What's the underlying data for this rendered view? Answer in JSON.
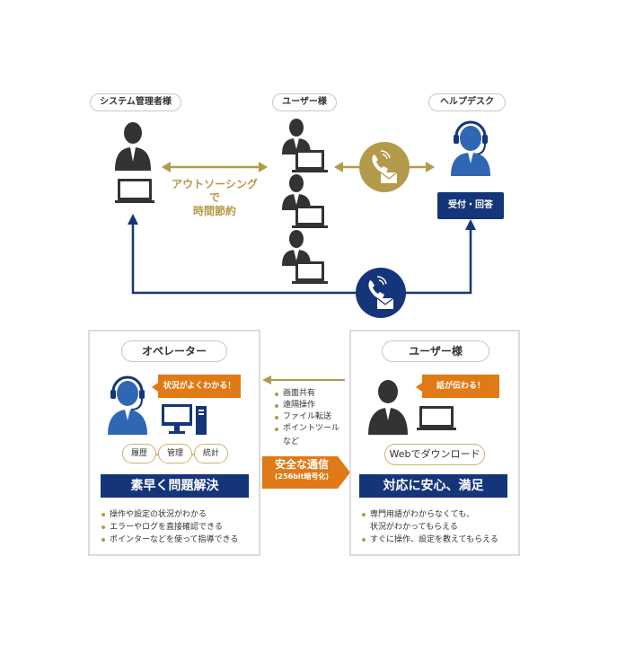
{
  "top": {
    "admin_label": "システム管理者様",
    "user_label": "ユーザー様",
    "helpdesk_label": "ヘルプデスク",
    "outsourcing_line1": "アウトソーシングで",
    "outsourcing_line2": "時間節約",
    "helpdesk_button": "受付・回答"
  },
  "operator": {
    "label": "オペレーター",
    "bubble": "状況がよくわかる！",
    "tags": [
      "履歴",
      "管理",
      "統計"
    ],
    "banner": "素早く問題解決",
    "bullets": [
      "操作や設定の状況がわかる",
      "エラーやログを直接確認できる",
      "ポインターなどを使って指導できる"
    ]
  },
  "middle": {
    "features": [
      "画面共有",
      "遠隔操作",
      "ファイル転送",
      "ポイントツール"
    ],
    "features_note": "など",
    "secure_line1": "安全な通信",
    "secure_line2": "(256bit暗号化)"
  },
  "user_panel": {
    "label": "ユーザー様",
    "bubble": "話が伝わる！",
    "download_button": "Webでダウンロード",
    "banner": "対応に安心、満足",
    "bullets": [
      "専門用語がわからなくても、",
      "状況がわかってもらえる",
      "すぐに操作、設定を教えてもらえる"
    ]
  },
  "colors": {
    "navy": "#14357a",
    "gold": "#b39a4a",
    "orange": "#e07a16",
    "person": "#333333"
  },
  "icons": [
    "person-icon",
    "laptop-icon",
    "headset-person-icon",
    "phone-mail-icon",
    "monitor-icon",
    "double-arrow-icon"
  ]
}
